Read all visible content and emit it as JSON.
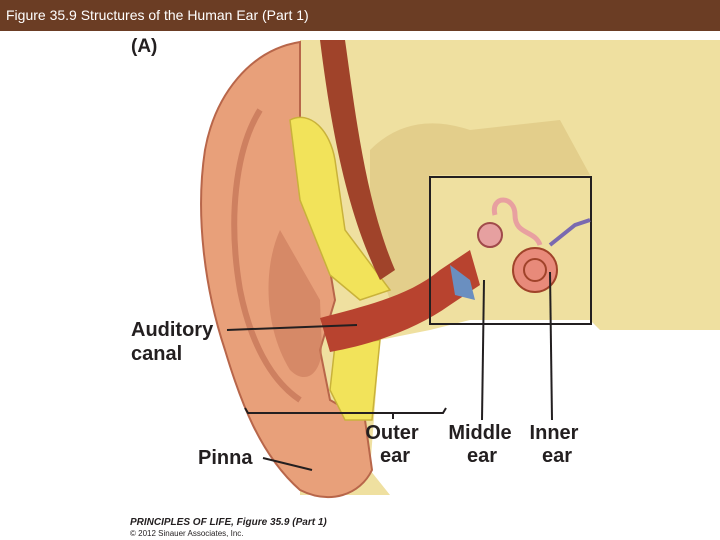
{
  "header": {
    "title": "Figure 35.9  Structures of the Human Ear (Part 1)"
  },
  "figure": {
    "panel_label": "(A)",
    "labels": {
      "auditory_canal_line1": "Auditory",
      "auditory_canal_line2": "canal",
      "pinna": "Pinna",
      "outer_ear_line1": "Outer",
      "outer_ear_line2": "ear",
      "middle_ear_line1": "Middle",
      "middle_ear_line2": "ear",
      "inner_ear_line1": "Inner",
      "inner_ear_line2": "ear"
    },
    "credit_line1": "PRINCIPLES OF LIFE, Figure 35.9 (Part 1)",
    "credit_line2": "© 2012 Sinauer Associates, Inc."
  },
  "colors": {
    "title_bar": "#6b3d24",
    "skin": "#e8a07a",
    "canal": "#b8432f",
    "fat": "#f2e35a",
    "bone": "#efe0a0"
  }
}
